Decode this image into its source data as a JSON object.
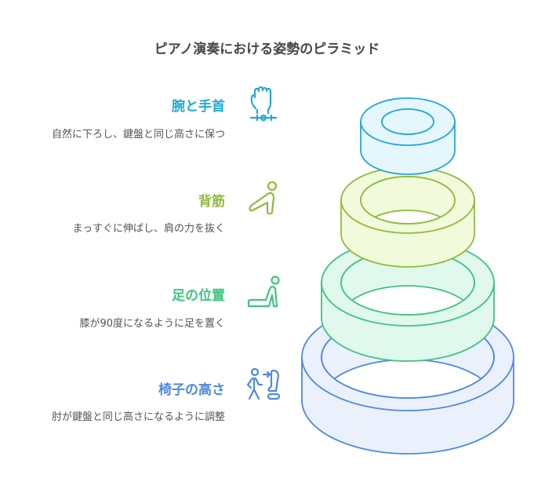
{
  "title": "ピアノ演奏における姿勢のピラミッド",
  "levels": [
    {
      "label": "腕と手首",
      "description": "自然に下ろし、鍵盤と同じ高さに保つ",
      "icon": "hand-wrist-icon",
      "color": "#22a8d9",
      "fill": "#e5f7fd"
    },
    {
      "label": "背筋",
      "description": "まっすぐに伸ばし、肩の力を抜く",
      "icon": "stretching-person-icon",
      "color": "#8dbb3a",
      "fill": "#f1fbdb"
    },
    {
      "label": "足の位置",
      "description": "膝が90度になるように足を置く",
      "icon": "leg-position-icon",
      "color": "#3ec57f",
      "fill": "#e1f9ec"
    },
    {
      "label": "椅子の高さ",
      "description": "肘が鍵盤と同じ高さになるように調整",
      "icon": "person-to-chair-icon",
      "color": "#4f88e2",
      "fill": "#eaf1fd"
    }
  ]
}
